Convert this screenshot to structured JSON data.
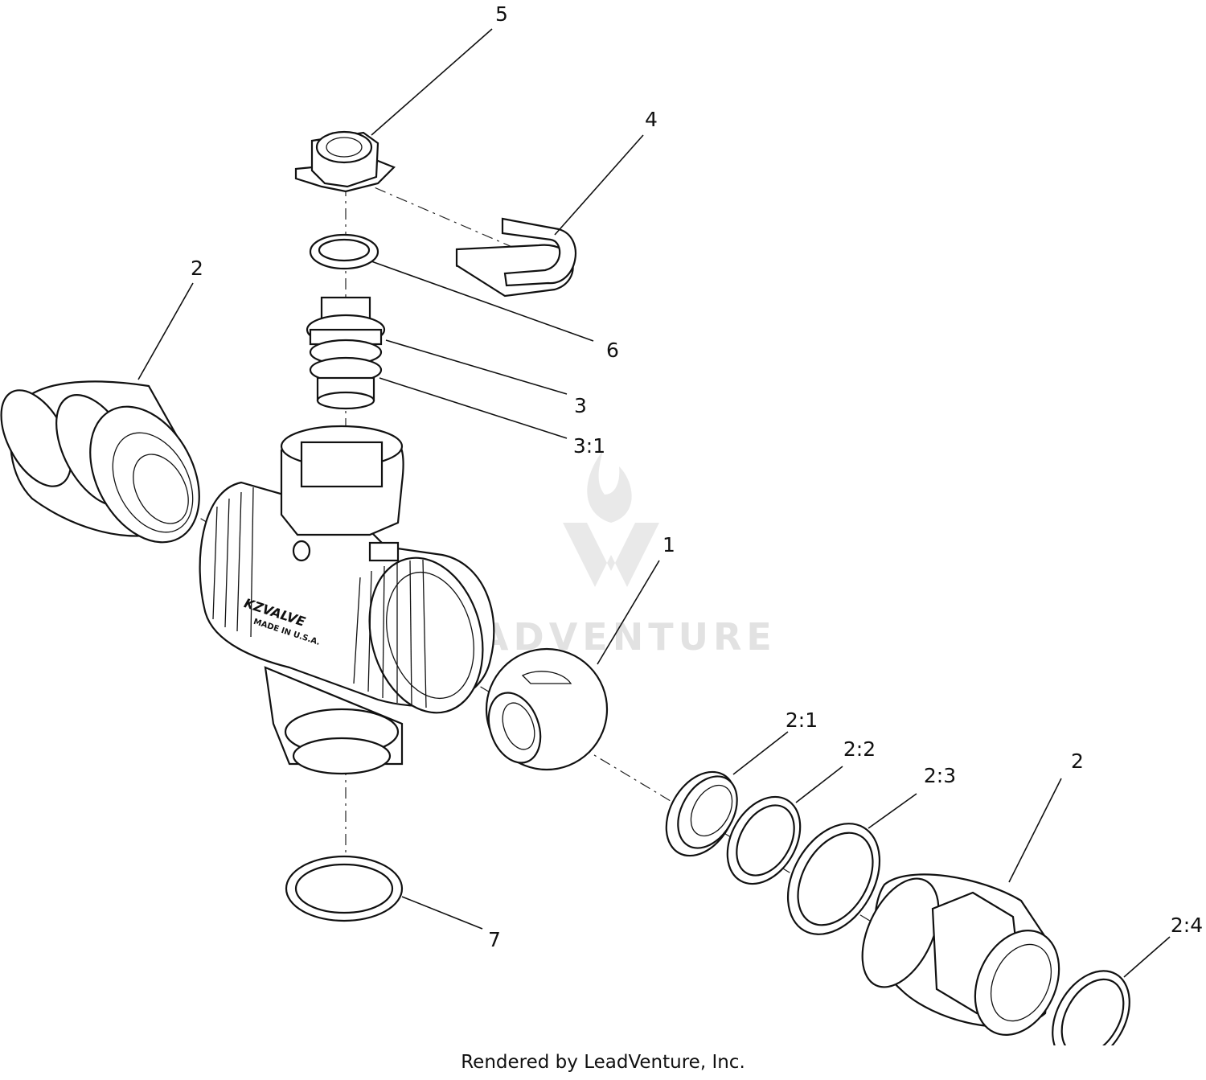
{
  "diagram": {
    "callouts": {
      "c5": "5",
      "c4": "4",
      "c2_left": "2",
      "c6": "6",
      "c3": "3",
      "c3_1": "3:1",
      "c1": "1",
      "c2_1": "2:1",
      "c2_2": "2:2",
      "c2_3": "2:3",
      "c2_right": "2",
      "c2_4": "2:4",
      "c7": "7"
    },
    "body_marking": {
      "brand": "KZVALVE",
      "sub": "MADE IN U.S.A."
    },
    "watermark": "LEADVENTURE"
  },
  "footer": {
    "text": "Rendered by LeadVenture, Inc."
  }
}
